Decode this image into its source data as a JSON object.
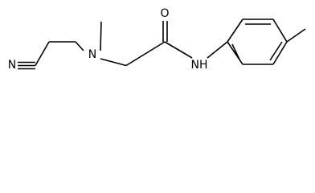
{
  "structure": {
    "atoms": {
      "nitrile_nitrogen": "N",
      "amine_nitrogen": "N",
      "carbonyl_oxygen": "O",
      "amide_group": "NH"
    },
    "colors": {
      "bond": "#000000",
      "label": "#000000",
      "background": "#ffffff"
    }
  }
}
